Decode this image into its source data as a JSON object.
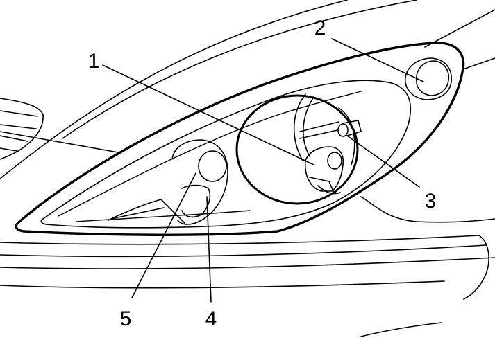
{
  "colors": {
    "line": "#000000",
    "background": "#ffffff"
  },
  "callouts": [
    {
      "number": "1"
    },
    {
      "number": "2"
    },
    {
      "number": "3"
    },
    {
      "number": "4"
    },
    {
      "number": "5"
    }
  ]
}
